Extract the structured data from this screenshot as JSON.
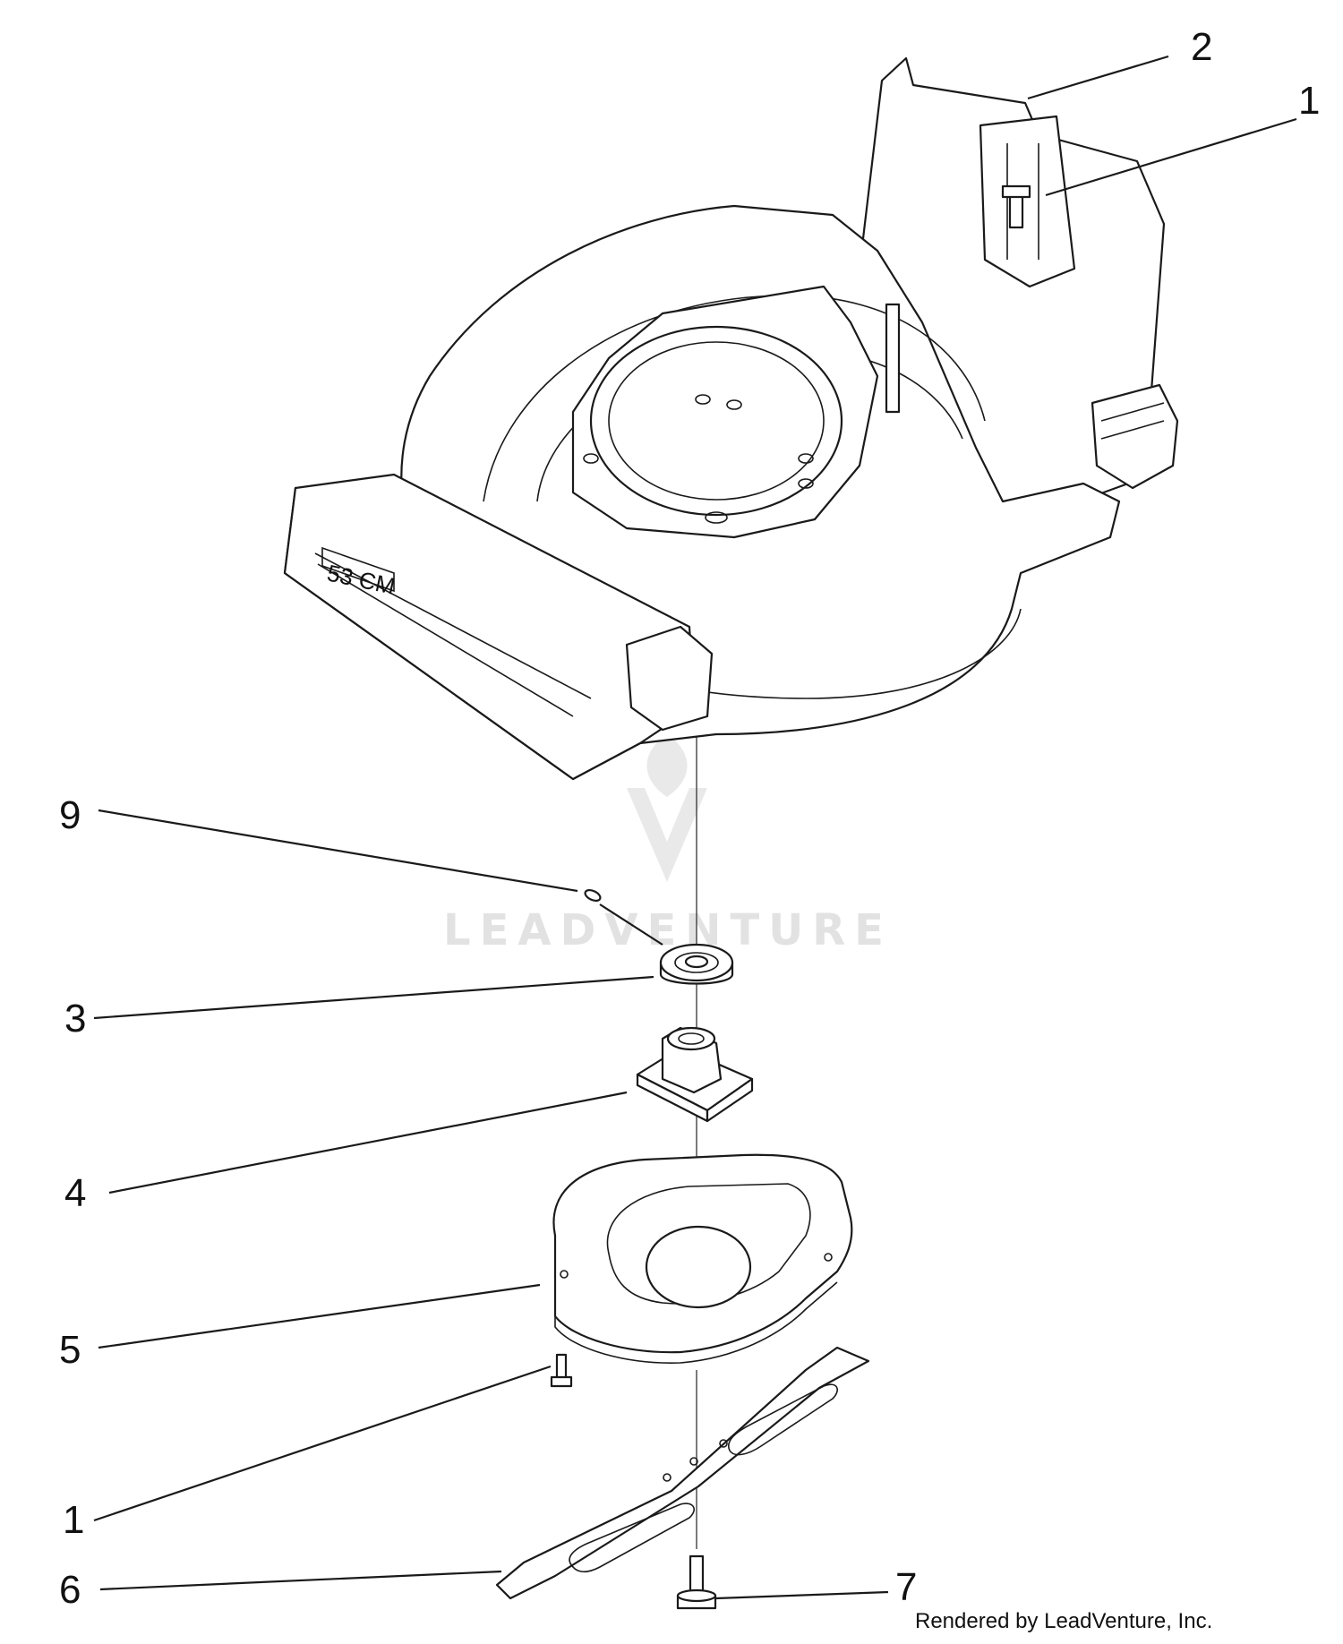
{
  "deck_label": "53 CM",
  "watermark": "LEADVENTURE",
  "credit": "Rendered by LeadVenture, Inc.",
  "callouts": [
    {
      "id": "c2-top",
      "label": "2"
    },
    {
      "id": "c1-top",
      "label": "1"
    },
    {
      "id": "c9",
      "label": "9"
    },
    {
      "id": "c3",
      "label": "3"
    },
    {
      "id": "c4",
      "label": "4"
    },
    {
      "id": "c5",
      "label": "5"
    },
    {
      "id": "c1-bottom",
      "label": "1"
    },
    {
      "id": "c6",
      "label": "6"
    },
    {
      "id": "c7",
      "label": "7"
    }
  ]
}
